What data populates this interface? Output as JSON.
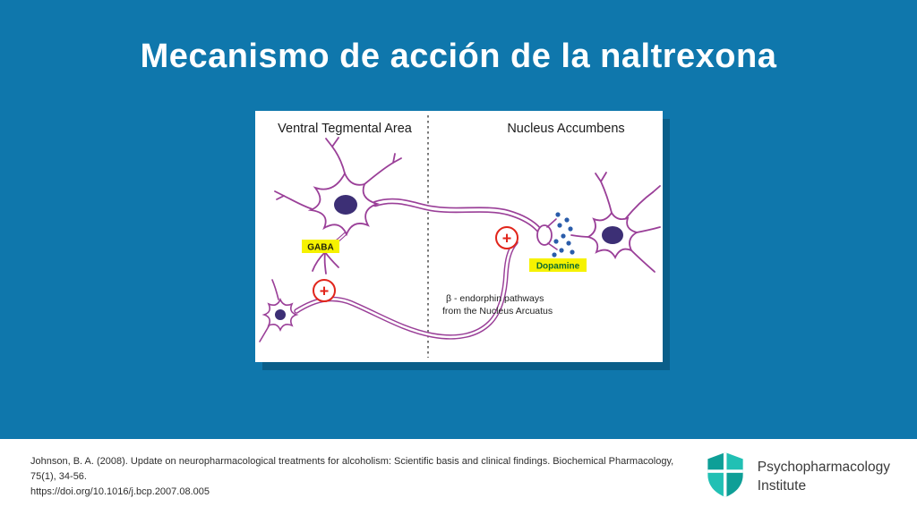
{
  "slide": {
    "title": "Mecanismo de acción de la naltrexona"
  },
  "diagram": {
    "left_region_label": "Ventral Tegmental Area",
    "right_region_label": "Nucleus Accumbens",
    "gaba_label": "GABA",
    "dopamine_label": "Dopamine",
    "pathway_caption_line1": "β - endorphin pathways",
    "pathway_caption_line2": "from the Nucleus Arcuatus",
    "plus_symbol": "+"
  },
  "colors": {
    "slide_background": "#0f77ac",
    "neuron_outline": "#9a3f98",
    "nucleus_fill": "#3c2f75",
    "excitatory_red": "#e1251b",
    "highlight_yellow": "#f6f200",
    "dopamine_dot_blue": "#2a5caa",
    "logo_teal": "#13b0a5"
  },
  "footer": {
    "citation_line1": "Johnson, B. A. (2008). Update on neuropharmacological treatments for alcoholism: Scientific basis and clinical findings. Biochemical Pharmacology, 75(1), 34-56.",
    "citation_line2": "https://doi.org/10.1016/j.bcp.2007.08.005",
    "logo_name_line1": "Psychopharmacology",
    "logo_name_line2": "Institute"
  }
}
